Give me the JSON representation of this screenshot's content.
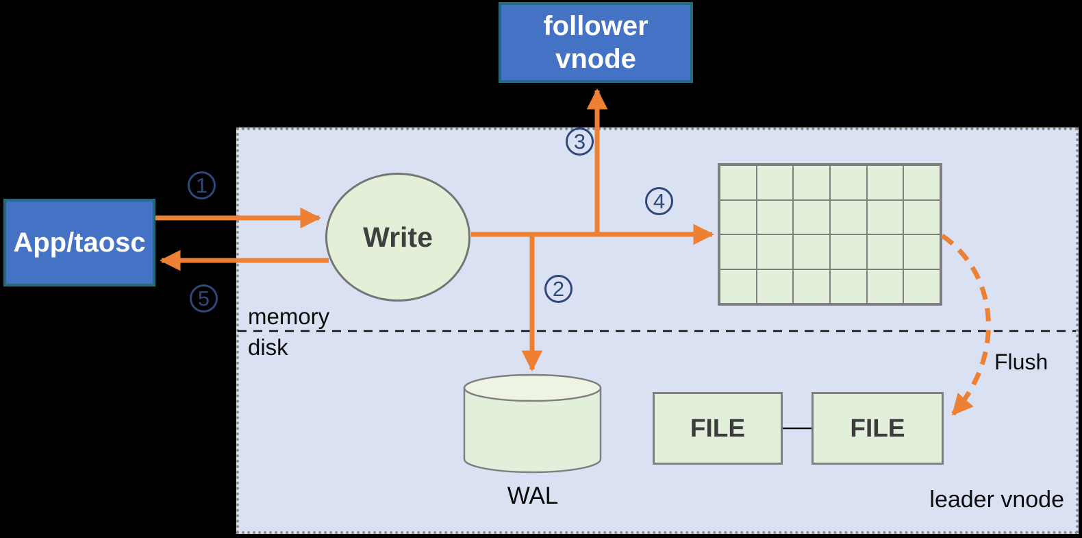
{
  "nodes": {
    "follower_vnode": "follower vnode",
    "app_taosc": "App/taosc",
    "write": "Write",
    "wal": "WAL",
    "file_left": "FILE",
    "file_right": "FILE"
  },
  "labels": {
    "memory": "memory",
    "disk": "disk",
    "flush": "Flush",
    "leader_vnode": "leader vnode"
  },
  "steps": {
    "s1": "1",
    "s2": "2",
    "s3": "3",
    "s4": "4",
    "s5": "5"
  },
  "grid": {
    "rows": 4,
    "cols": 6
  },
  "colors": {
    "background": "#000000",
    "container_fill": "#D9E1F2",
    "node_blue_fill": "#4472C4",
    "node_blue_border": "#25697E",
    "node_green_fill": "#E2EFDA",
    "shape_border_gray": "#7F7F7F",
    "arrow_orange": "#ED8032",
    "step_circle_navy": "#2F4879",
    "dark_text": "#3F3F3F",
    "label_text": "#0B0B0B"
  }
}
